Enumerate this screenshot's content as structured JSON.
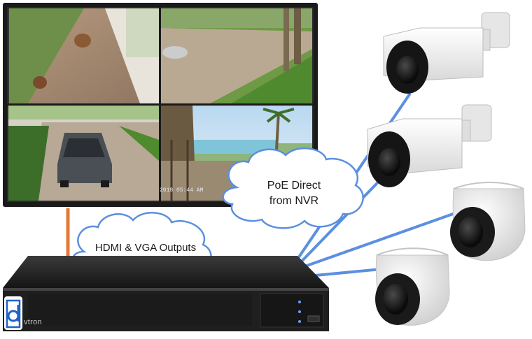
{
  "clouds": {
    "outputs_label": "HDMI & VGA Outputs",
    "poe_line1": "PoE Direct",
    "poe_line2": "from NVR"
  },
  "nvr": {
    "brand_label": "vtron"
  },
  "camera_feed": {
    "timestamp_fragment": "2018 05:44 AM"
  },
  "colors": {
    "cable_hdmi": "#e07b39",
    "cable_poe": "#5b8fe0",
    "nvr_body": "#1f1f1f",
    "monitor_frame": "#1a1a1a",
    "camera_white": "#f2f2f2",
    "logo_blue": "#1e63c8"
  },
  "icons": [
    "nvr-logo-icon"
  ]
}
